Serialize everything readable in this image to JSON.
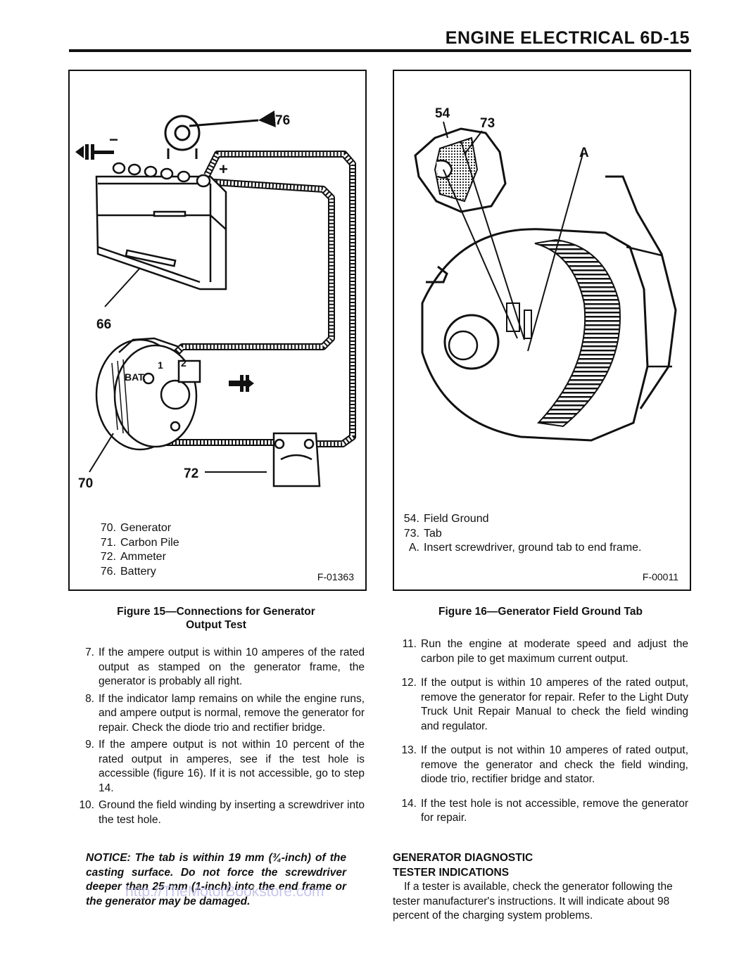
{
  "header": {
    "title": "ENGINE ELECTRICAL 6D-15"
  },
  "figure15": {
    "callouts": [
      "76",
      "66",
      "70",
      "72"
    ],
    "inner_labels": {
      "bat": "BAT.",
      "one": "1",
      "two": "2",
      "minus": "−",
      "plus": "+"
    },
    "legend": [
      {
        "num": "70.",
        "text": "Generator"
      },
      {
        "num": "71.",
        "text": "Carbon Pile"
      },
      {
        "num": "72.",
        "text": "Ammeter"
      },
      {
        "num": "76.",
        "text": "Battery"
      }
    ],
    "id": "F-01363",
    "caption_line1": "Figure 15—Connections for Generator",
    "caption_line2": "Output Test"
  },
  "figure16": {
    "callouts": [
      "54",
      "73",
      "A"
    ],
    "legend": [
      {
        "num": "54.",
        "text": "Field Ground"
      },
      {
        "num": "73.",
        "text": "Tab"
      },
      {
        "num": "A.",
        "text": "Insert screwdriver, ground tab to end frame."
      }
    ],
    "id": "F-00011",
    "caption": "Figure 16—Generator Field Ground Tab"
  },
  "steps_left": [
    {
      "n": "7.",
      "text": "If the ampere output is within 10 amperes of the rated output as stamped on the generator frame, the generator is probably all right."
    },
    {
      "n": "8.",
      "text": "If the indicator lamp remains on while the engine runs, and ampere output is normal, remove the generator for repair. Check the diode trio and rectifier bridge."
    },
    {
      "n": "9.",
      "text": "If the ampere output is not within 10 percent of the rated output in amperes, see if the test hole is accessible (figure 16). If it is not accessible, go to step 14."
    },
    {
      "n": "10.",
      "text": "Ground the field winding by inserting a screwdriver into the test hole."
    }
  ],
  "notice": "NOTICE: The tab is within 19 mm (¾-inch) of the casting surface. Do not force the screwdriver deeper than 25 mm (1-inch) into the end frame or the generator may be damaged.",
  "watermark": "http://TheMotorBookstore.com",
  "steps_right": [
    {
      "n": "11.",
      "text": "Run the engine at moderate speed and adjust the carbon pile to get maximum current output."
    },
    {
      "n": "12.",
      "text": "If the output is within 10 amperes of the rated output, remove the generator for repair. Refer to the Light Duty Truck Unit Repair Manual to check the field winding and regulator."
    },
    {
      "n": "13.",
      "text": "If the output is not within 10 amperes of rated output, remove the generator and check the field winding, diode trio, rectifier bridge and stator."
    },
    {
      "n": "14.",
      "text": "If the test hole is not accessible, remove the generator for repair."
    }
  ],
  "section": {
    "heading_line1": "GENERATOR DIAGNOSTIC",
    "heading_line2": "TESTER INDICATIONS",
    "paragraph": "If a tester is available, check the generator following the tester manufacturer's instructions. It will indicate about 98 percent of the charging system problems."
  }
}
